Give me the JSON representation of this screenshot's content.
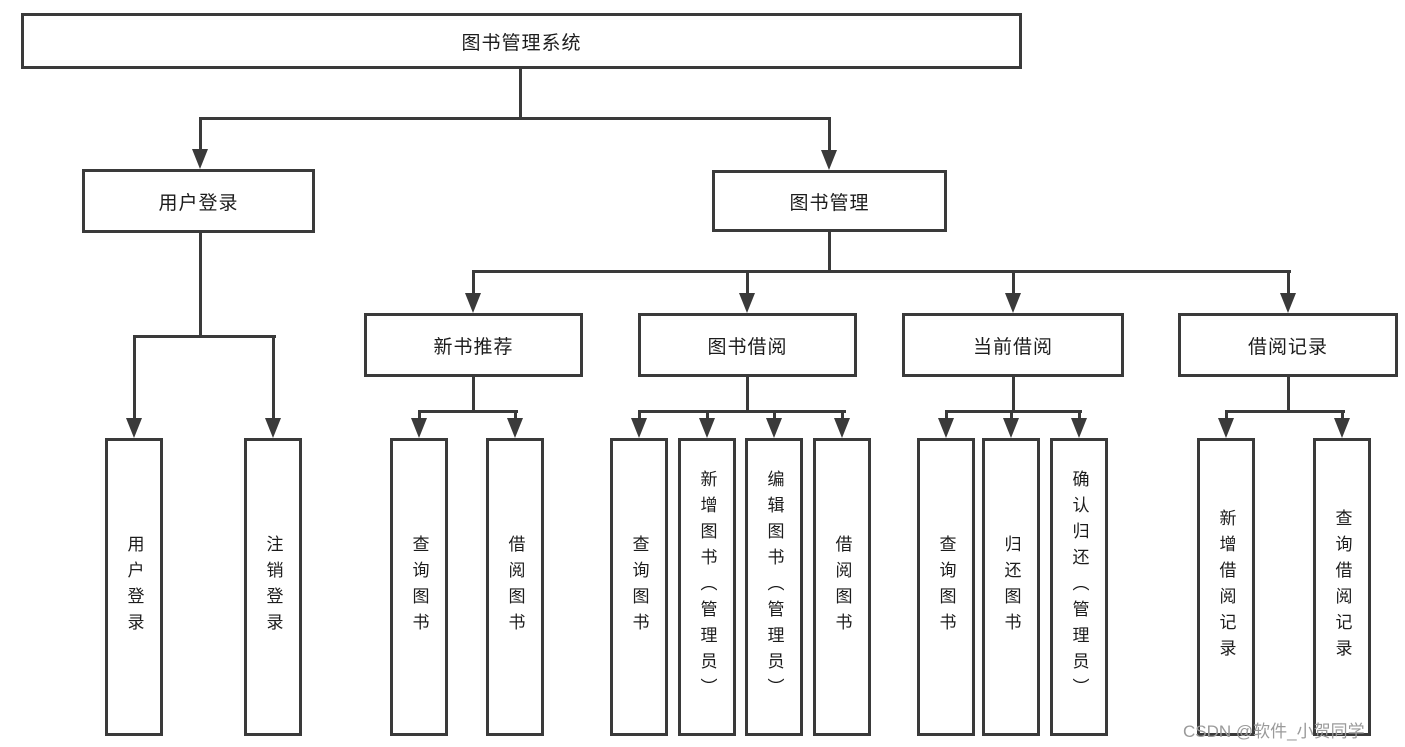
{
  "colors": {
    "line": "#3a3a3a",
    "text": "#1c1c1c",
    "box_background": "#ffffff",
    "page_background": "#ffffff",
    "watermark": "#9a9a9a"
  },
  "watermark": {
    "text": "CSDN @软件_小贺同学"
  },
  "diagram": {
    "type": "hierarchy-tree",
    "root": {
      "label": "图书管理系统"
    },
    "branches": [
      {
        "label": "用户登录",
        "children": [
          {
            "label": "用户登录"
          },
          {
            "label": "注销登录"
          }
        ]
      },
      {
        "label": "图书管理",
        "children": [
          {
            "label": "新书推荐",
            "children": [
              {
                "label": "查询图书"
              },
              {
                "label": "借阅图书"
              }
            ]
          },
          {
            "label": "图书借阅",
            "children": [
              {
                "label": "查询图书"
              },
              {
                "label": "新增图书（管理员）"
              },
              {
                "label": "编辑图书（管理员）"
              },
              {
                "label": "借阅图书"
              }
            ]
          },
          {
            "label": "当前借阅",
            "children": [
              {
                "label": "查询图书"
              },
              {
                "label": "归还图书"
              },
              {
                "label": "确认归还（管理员）"
              }
            ]
          },
          {
            "label": "借阅记录",
            "children": [
              {
                "label": "新增借阅记录"
              },
              {
                "label": "查询借阅记录"
              }
            ]
          }
        ]
      }
    ]
  }
}
